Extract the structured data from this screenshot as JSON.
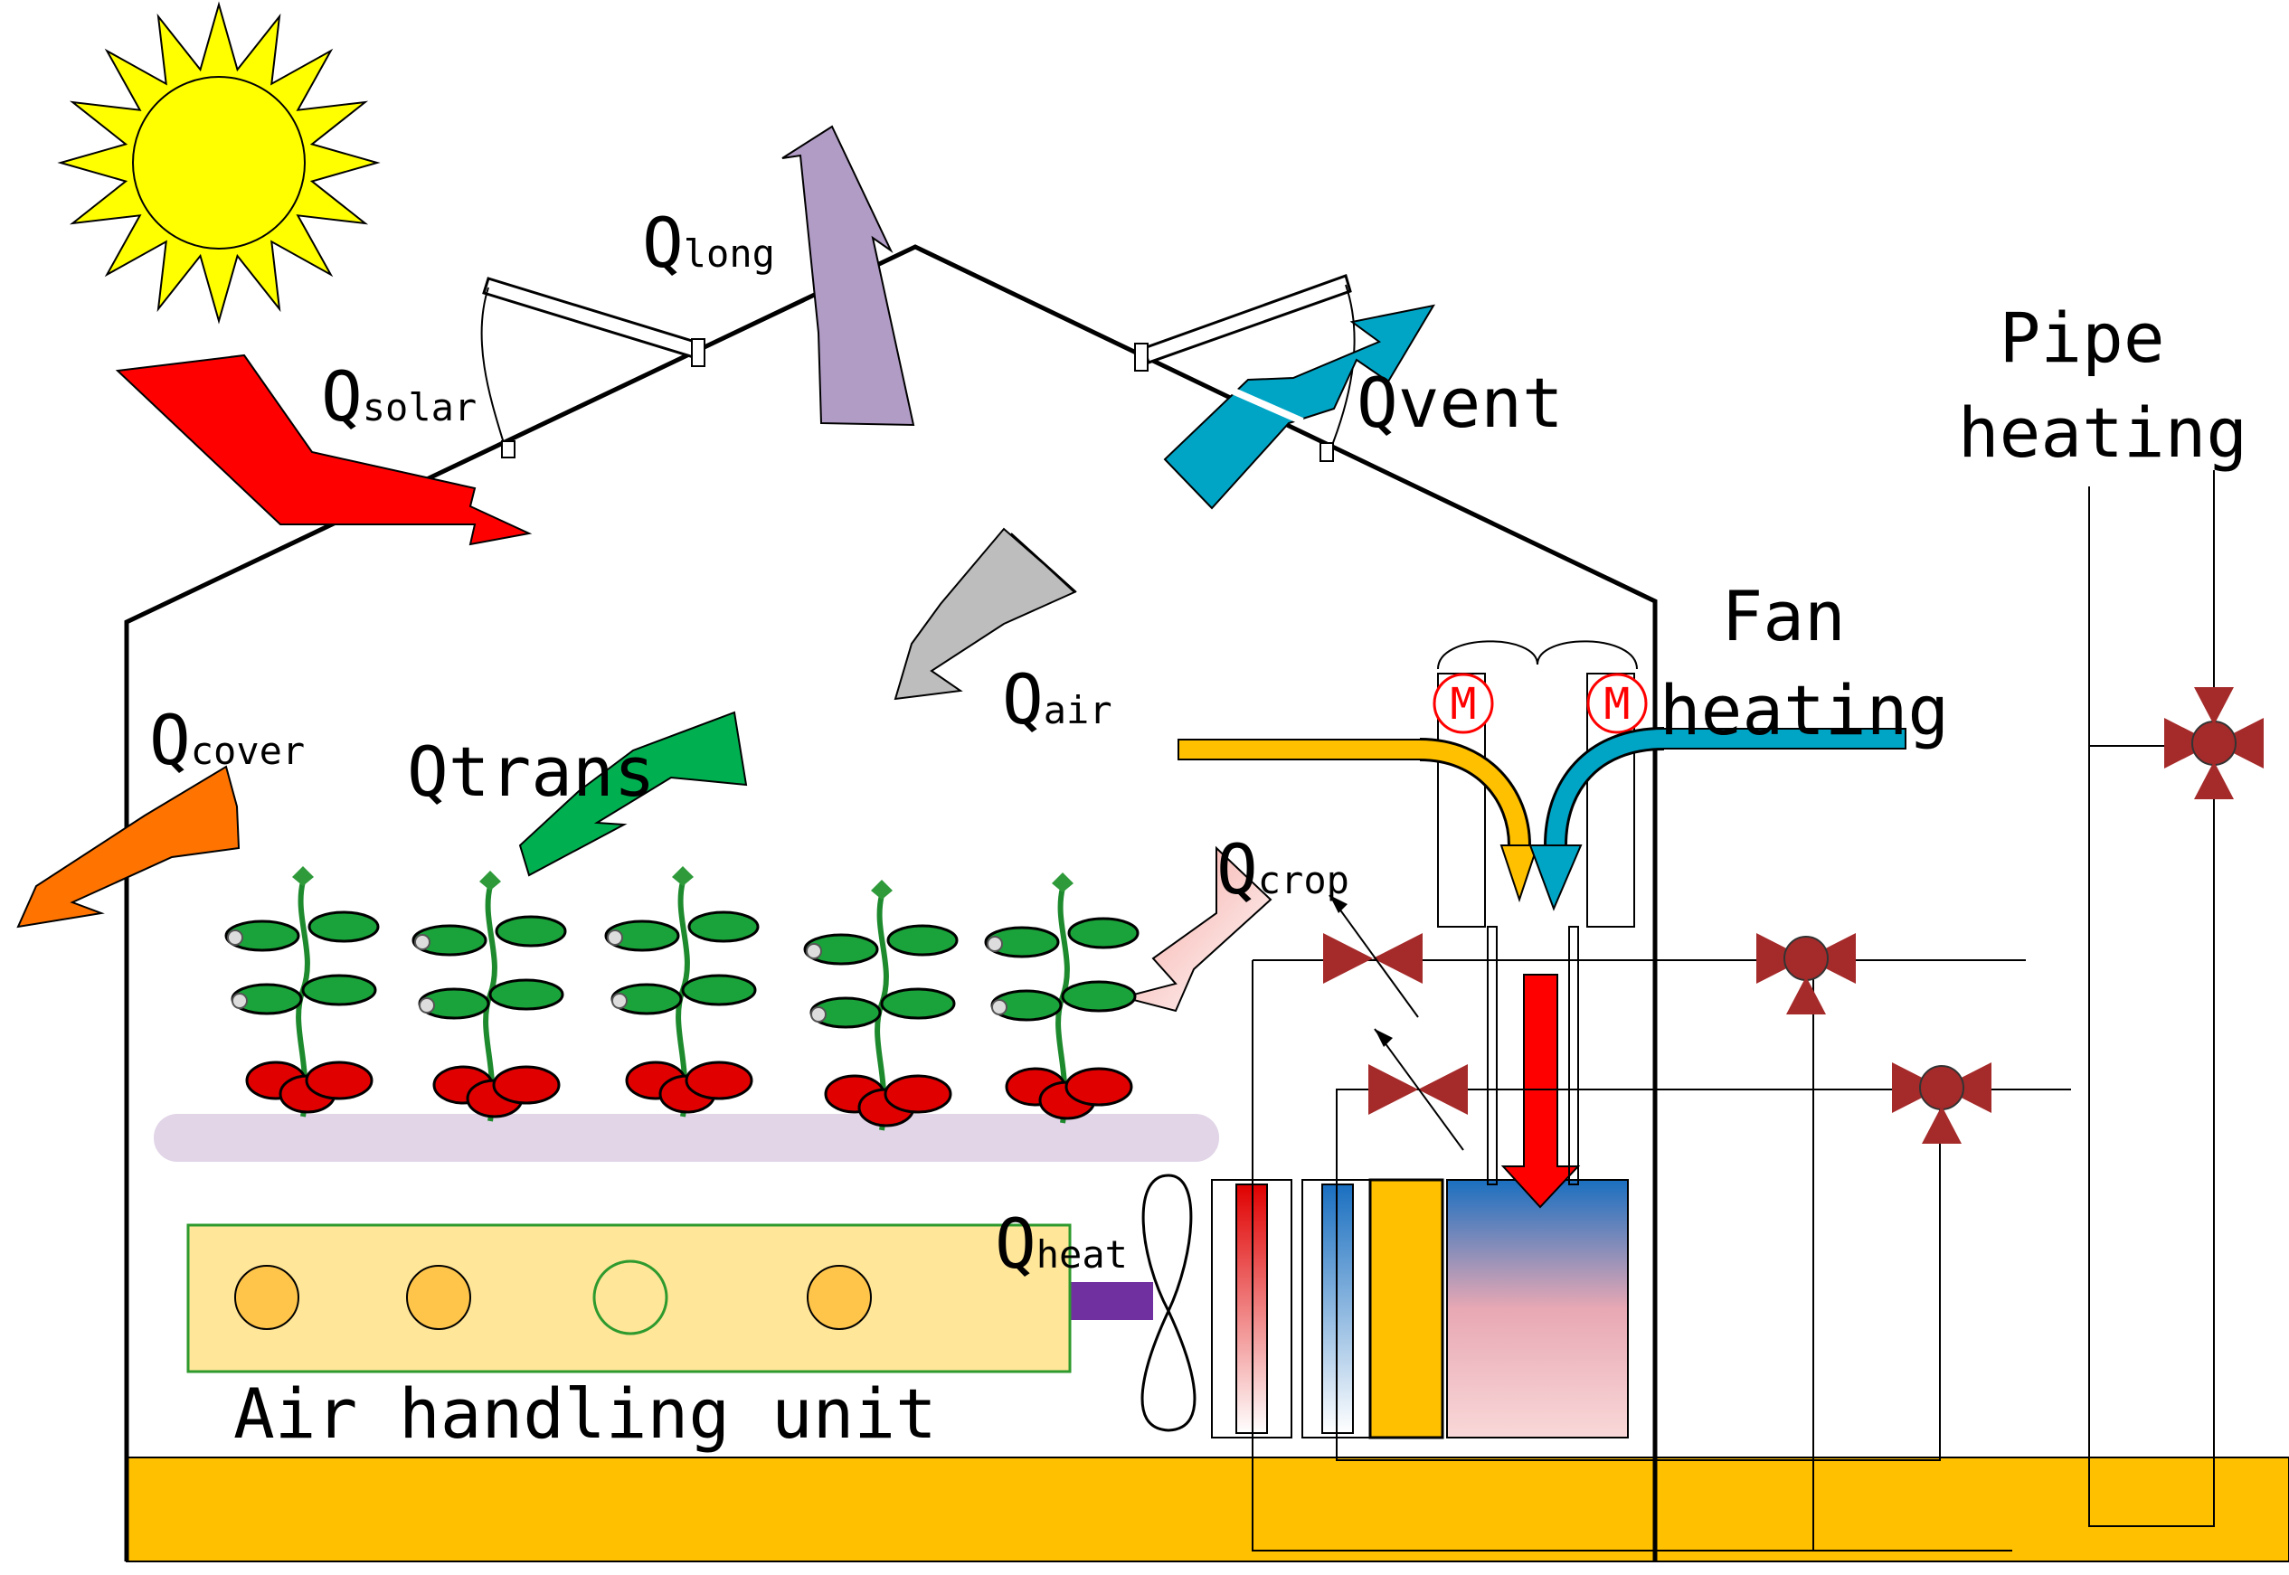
{
  "labels": {
    "q_solar": {
      "main": "Q",
      "sub": "solar"
    },
    "q_long": {
      "main": "Q",
      "sub": "long"
    },
    "q_vent": "Qvent",
    "q_air": {
      "main": "Q",
      "sub": "air"
    },
    "q_cover": {
      "main": "Q",
      "sub": "cover"
    },
    "q_trans": "Qtrans",
    "q_crop": {
      "main": "Q",
      "sub": "crop"
    },
    "q_heat": {
      "main": "Q",
      "sub": "heat"
    },
    "pipe_heating": [
      "Pipe",
      "heating"
    ],
    "fan_heating": [
      "Fan",
      "heating"
    ],
    "air_handling_unit": "Air handling unit",
    "motor": "M"
  },
  "colors": {
    "solar_arrow": "#ff0000",
    "longwave_arrow": "#b19cc6",
    "vent_arrow": "#00a5c6",
    "air_arrow": "#bdbdbd",
    "cover_arrow": "#ff7300",
    "trans_arrow": "#00b050",
    "crop_arrow": "#f5b5b0",
    "heat_arrow": "#7030a0",
    "floor": "#ffc000",
    "air_handling_fill": "#ffe699",
    "air_handling_border": "#2e9a2e",
    "valve": "#a52a2a",
    "soil_bed": "#e1d5e7",
    "sun": "#ffff00"
  },
  "icons": [
    "sun-icon",
    "plant-icon",
    "valve-icon",
    "motor-icon",
    "fan-icon",
    "heat-exchanger-icon"
  ]
}
